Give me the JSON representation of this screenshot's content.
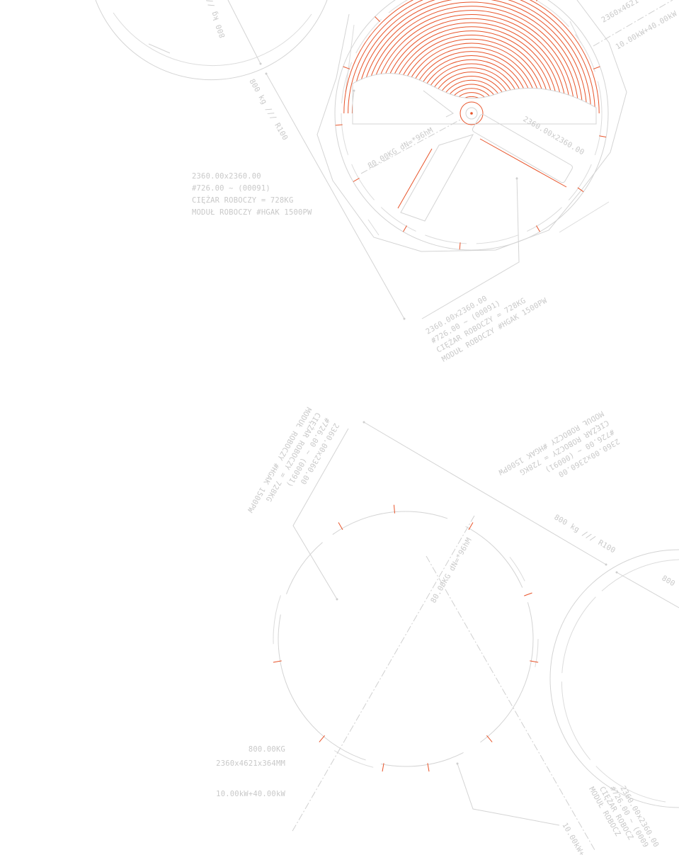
{
  "colors": {
    "accent": "#e8542a",
    "line": "#d4d4d4",
    "text": "#c9c9c9"
  },
  "labels": {
    "top_weight_partial": "800 kg ///",
    "top_weight_r": "800 kg /// R100",
    "top_dims_partial": "2360x4621",
    "top_power_partial": "10.00kW+40.00kW",
    "dial_dims": "2360.00x2360.00",
    "dial_axis": "80.00KG dN=*96hM",
    "spec_a": {
      "line1": "2360.00x2360.00",
      "line2": "#726.00 ~ (00091)",
      "line3": "CIĘŻAR ROBOCZY = 728KG",
      "line4": "MODUŁ ROBOCZY #HGAK 1500PW"
    },
    "mid_weight_r": "800 kg /// R100",
    "axis_b": "80.00KG dN=*96hM",
    "right_weight_partial": "800 ...",
    "spec_b": {
      "line1": "800.00KG",
      "line2": "2360x4621x364MM",
      "line4": "10.00kW+40.00kW"
    },
    "bottom_power_partial": "10.00kW+",
    "bottom_module_partial": "MODUŁ ROBOCZ",
    "bottom_weight_partial": "CIĘŻAR ROBOCZ",
    "bottom_code_partial": "#726.00 ~ (0009",
    "bottom_dims_partial": "2360.00x2360.00"
  }
}
